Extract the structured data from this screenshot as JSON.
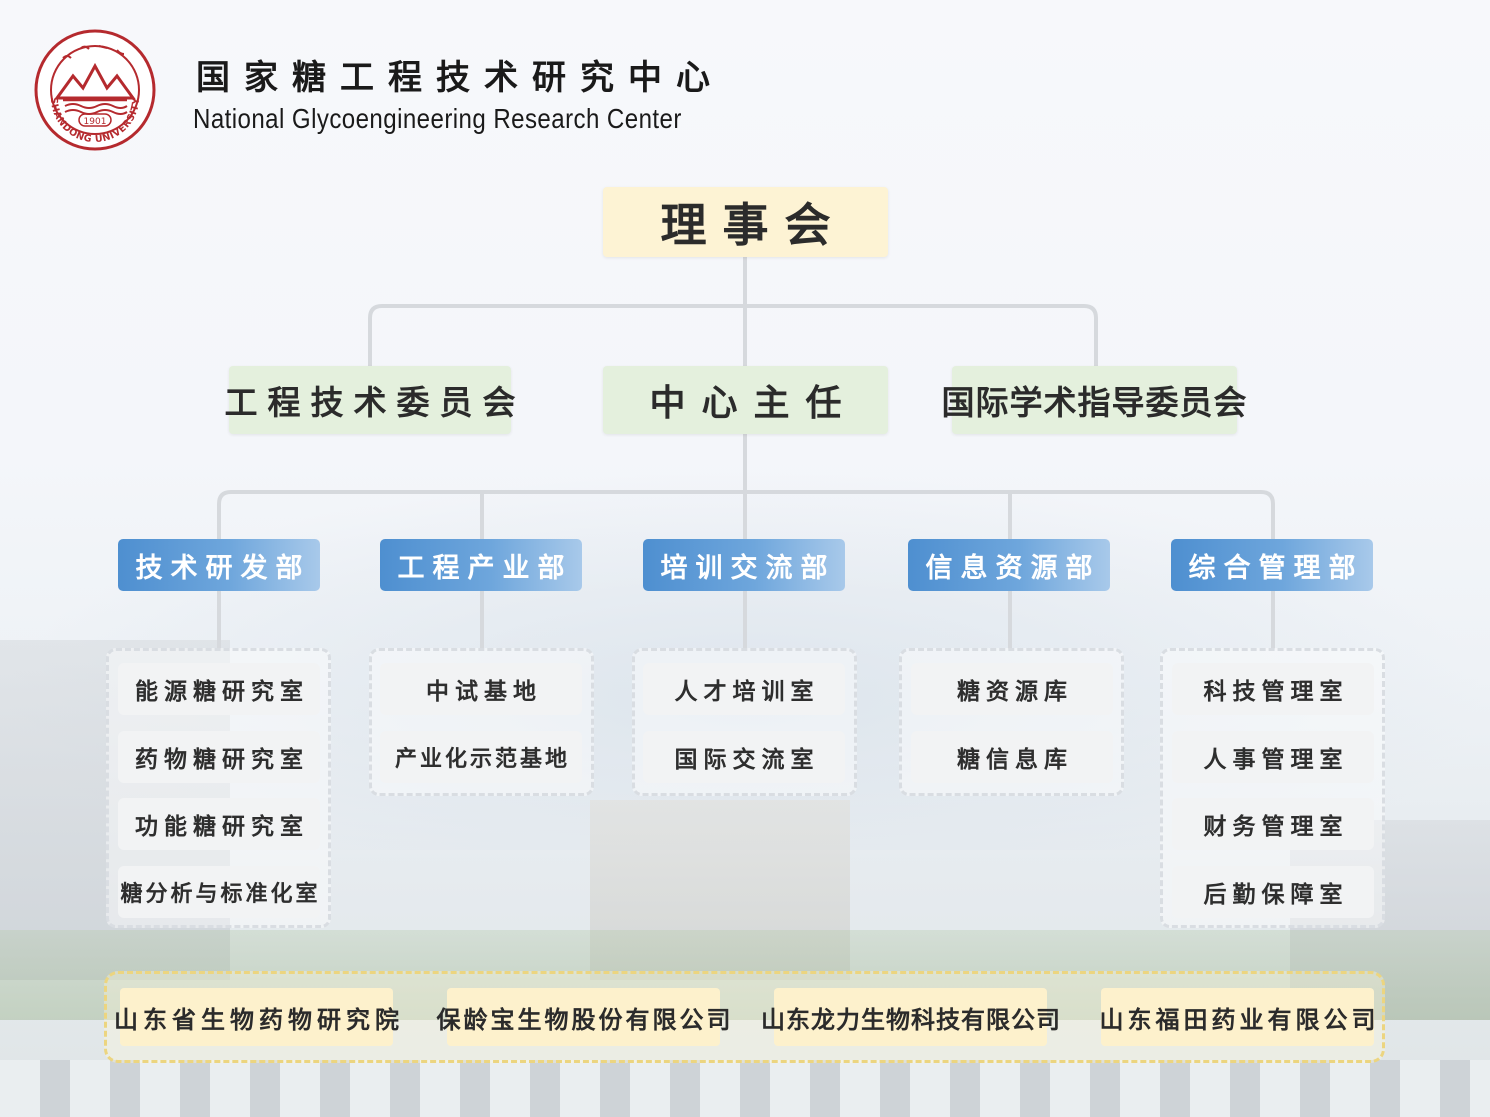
{
  "header": {
    "title_cn": "国家糖工程技术研究中心",
    "title_en": "National Glycoengineering Research Center",
    "logo": {
      "year": "1901",
      "text": "SHANDONG UNIVERSITY",
      "color": "#b52a2e"
    }
  },
  "top": {
    "label": "理事会"
  },
  "level2": [
    {
      "label": "工程技术委员会"
    },
    {
      "label": "中心主任"
    },
    {
      "label": "国际学术指导委员会"
    }
  ],
  "departments": [
    {
      "label": "技术研发部",
      "units": [
        "能源糖研究室",
        "药物糖研究室",
        "功能糖研究室",
        "糖分析与标准化室"
      ]
    },
    {
      "label": "工程产业部",
      "units": [
        "中试基地",
        "产业化示范基地"
      ]
    },
    {
      "label": "培训交流部",
      "units": [
        "人才培训室",
        "国际交流室"
      ]
    },
    {
      "label": "信息资源部",
      "units": [
        "糖资源库",
        "糖信息库"
      ]
    },
    {
      "label": "综合管理部",
      "units": [
        "科技管理室",
        "人事管理室",
        "财务管理室",
        "后勤保障室"
      ]
    }
  ],
  "partners": [
    "山东省生物药物研究院",
    "保龄宝生物股份有限公司",
    "山东龙力生物科技有限公司",
    "山东福田药业有限公司"
  ],
  "colors": {
    "board": "#fdf3d4",
    "committee": "#e4f0dd",
    "department": "#4e8fd0",
    "partner": "#fdf1cc",
    "line": "#d6d9dd"
  }
}
